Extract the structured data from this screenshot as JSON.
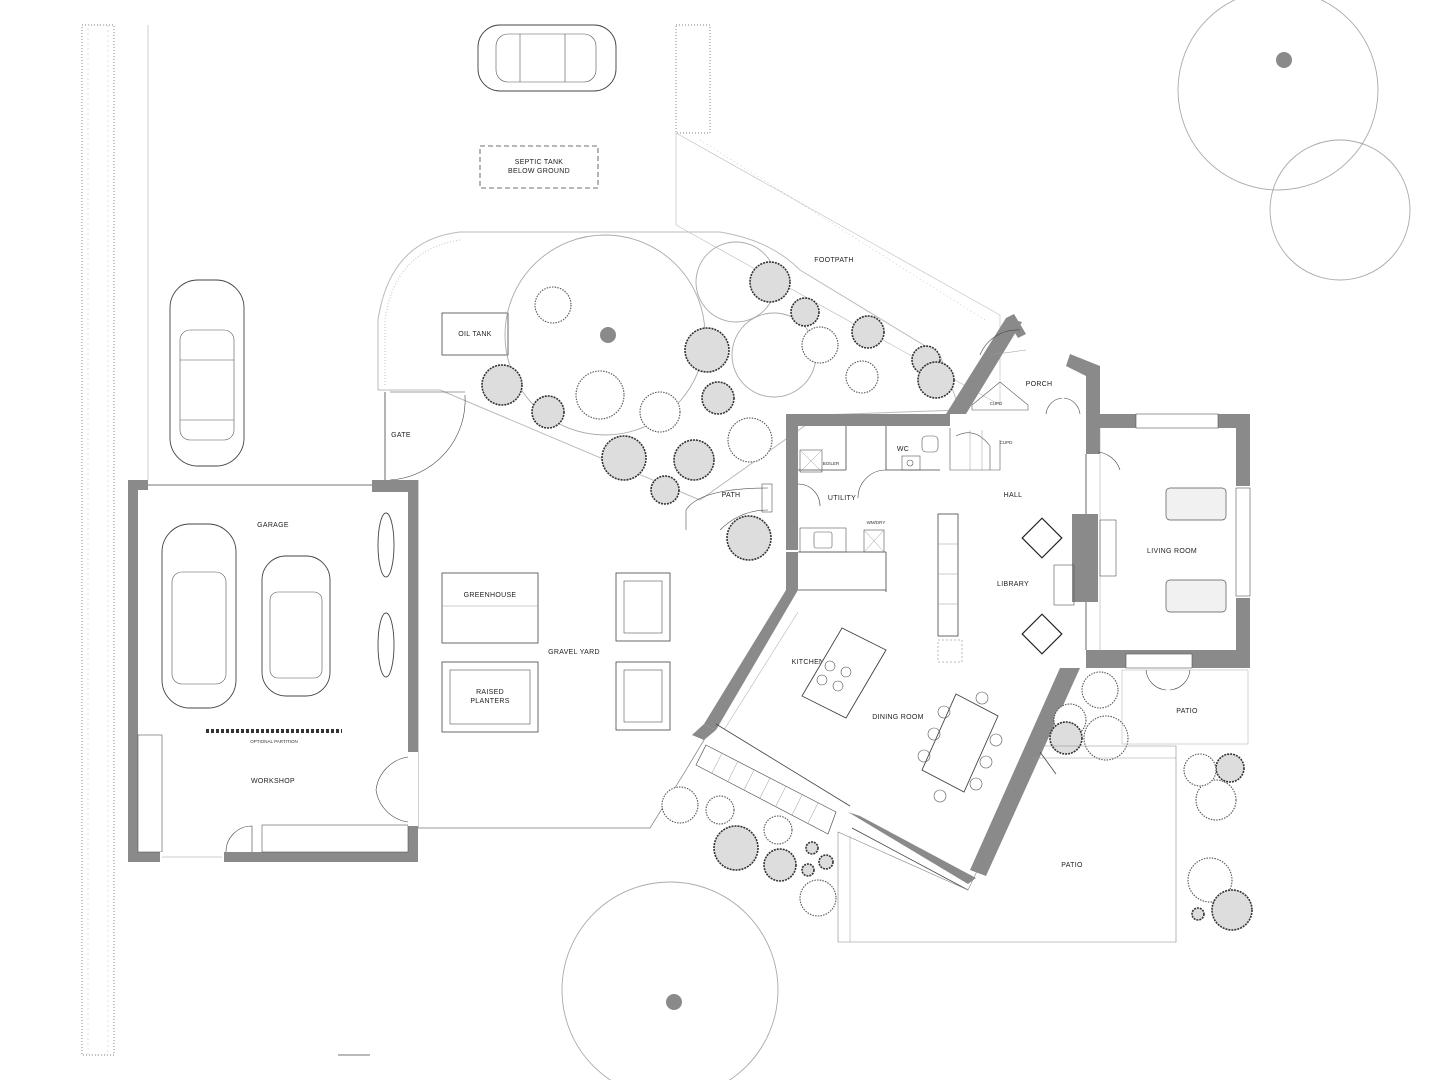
{
  "plan": {
    "labels": {
      "septic_tank_line1": "SEPTIC TANK",
      "septic_tank_line2": "BELOW GROUND",
      "footpath": "FOOTPATH",
      "oil_tank": "OIL TANK",
      "gate": "GATE",
      "porch": "PORCH",
      "cupd_porch": "CUPD",
      "cupd_hall": "CUPD",
      "wc": "WC",
      "boiler": "BOILER",
      "hall": "HALL",
      "utility": "UTILITY",
      "path": "PATH",
      "washer_dryer": "WM/DRY",
      "garage": "GARAGE",
      "living_room": "LIVING ROOM",
      "library": "LIBRARY",
      "greenhouse": "GREENHOUSE",
      "gravel_yard": "GRAVEL YARD",
      "kitchen": "KITCHEN",
      "raised_planters_line1": "RAISED",
      "raised_planters_line2": "PLANTERS",
      "patio_upper": "PATIO",
      "dining_room": "DINING ROOM",
      "optional_partition": "OPTIONAL PARTITION",
      "workshop": "WORKSHOP",
      "patio_lower": "PATIO"
    }
  }
}
